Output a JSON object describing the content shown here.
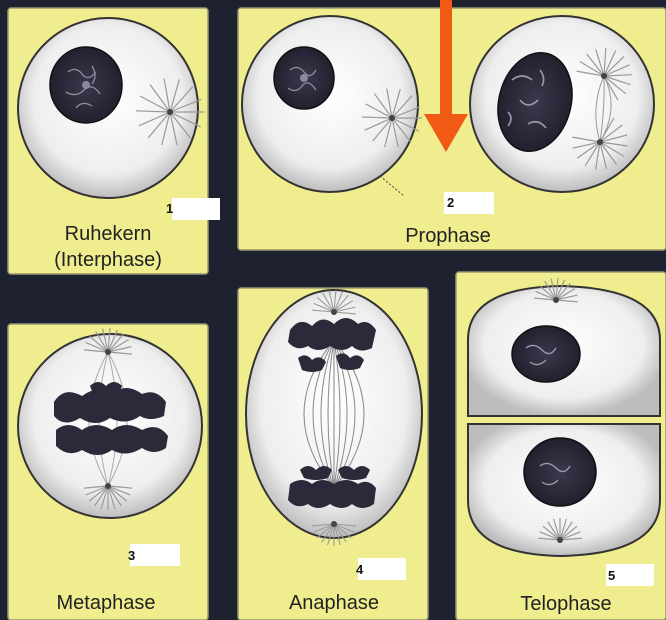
{
  "panels": {
    "interphase": {
      "number": "1",
      "label_line1": "Ruhekern",
      "label_line2": "(Interphase)"
    },
    "prophase": {
      "number": "2",
      "label": "Prophase"
    },
    "metaphase": {
      "number": "3",
      "label": "Metaphase"
    },
    "anaphase": {
      "number": "4",
      "label": "Anaphase"
    },
    "telophase": {
      "number": "5",
      "label": "Telophase"
    }
  },
  "colors": {
    "background": "#1e2230",
    "panel_fill": "#efed8e",
    "cell_fill": "#f2f2f2",
    "chromatin": "#2b2a3a",
    "arrow": "#f05a14"
  },
  "icons": {
    "arrow": "arrow-down-icon"
  }
}
